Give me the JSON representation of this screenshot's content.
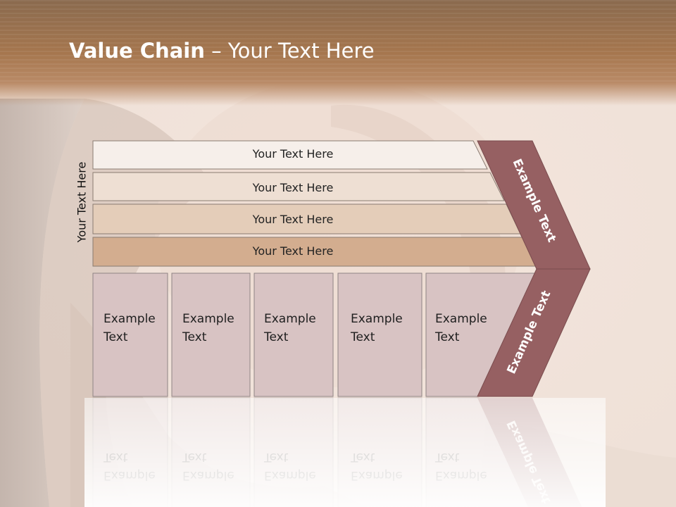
{
  "title": {
    "bold": "Value Chain",
    "rest": " – Your Text Here"
  },
  "side_label": "Your Text Here",
  "rows": [
    {
      "label": "Your Text Here",
      "fill": "#f6efea"
    },
    {
      "label": "Your Text Here",
      "fill": "#eedfd3"
    },
    {
      "label": "Your Text Here",
      "fill": "#e4cdb9"
    },
    {
      "label": "Your Text Here",
      "fill": "#d3ad8f"
    }
  ],
  "boxes": [
    {
      "line1": "Example",
      "line2": "Text"
    },
    {
      "line1": "Example",
      "line2": "Text"
    },
    {
      "line1": "Example",
      "line2": "Text"
    },
    {
      "line1": "Example",
      "line2": "Text"
    },
    {
      "line1": "Example",
      "line2": "Text"
    }
  ],
  "chevron": {
    "upper_label": "Example Text",
    "lower_label": "Example Text",
    "color": "#966062"
  },
  "colors": {
    "box_fill": "#d8c3c3",
    "box_stroke": "#8f8484",
    "row_stroke": "#8a7c72",
    "header": "#a5764e"
  }
}
